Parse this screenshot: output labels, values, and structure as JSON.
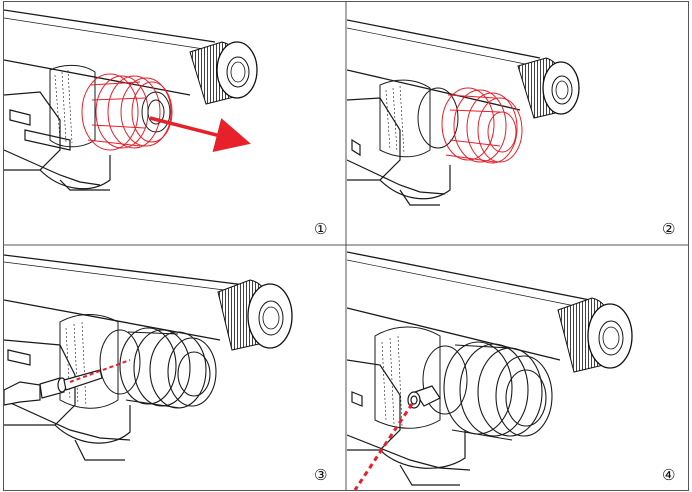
{
  "panels": [
    {
      "step": "①",
      "action": "unscrew-cap",
      "cap_color": "#e8202a"
    },
    {
      "step": "②",
      "action": "cap-removed",
      "cap_color": "#e8202a"
    },
    {
      "step": "③",
      "action": "insert-connector",
      "cap_color": "#222222"
    },
    {
      "step": "④",
      "action": "connector-attached",
      "cap_color": "#222222"
    }
  ],
  "colors": {
    "line": "#1a1a1a",
    "accent": "#e8202a",
    "grid": "#555555"
  }
}
